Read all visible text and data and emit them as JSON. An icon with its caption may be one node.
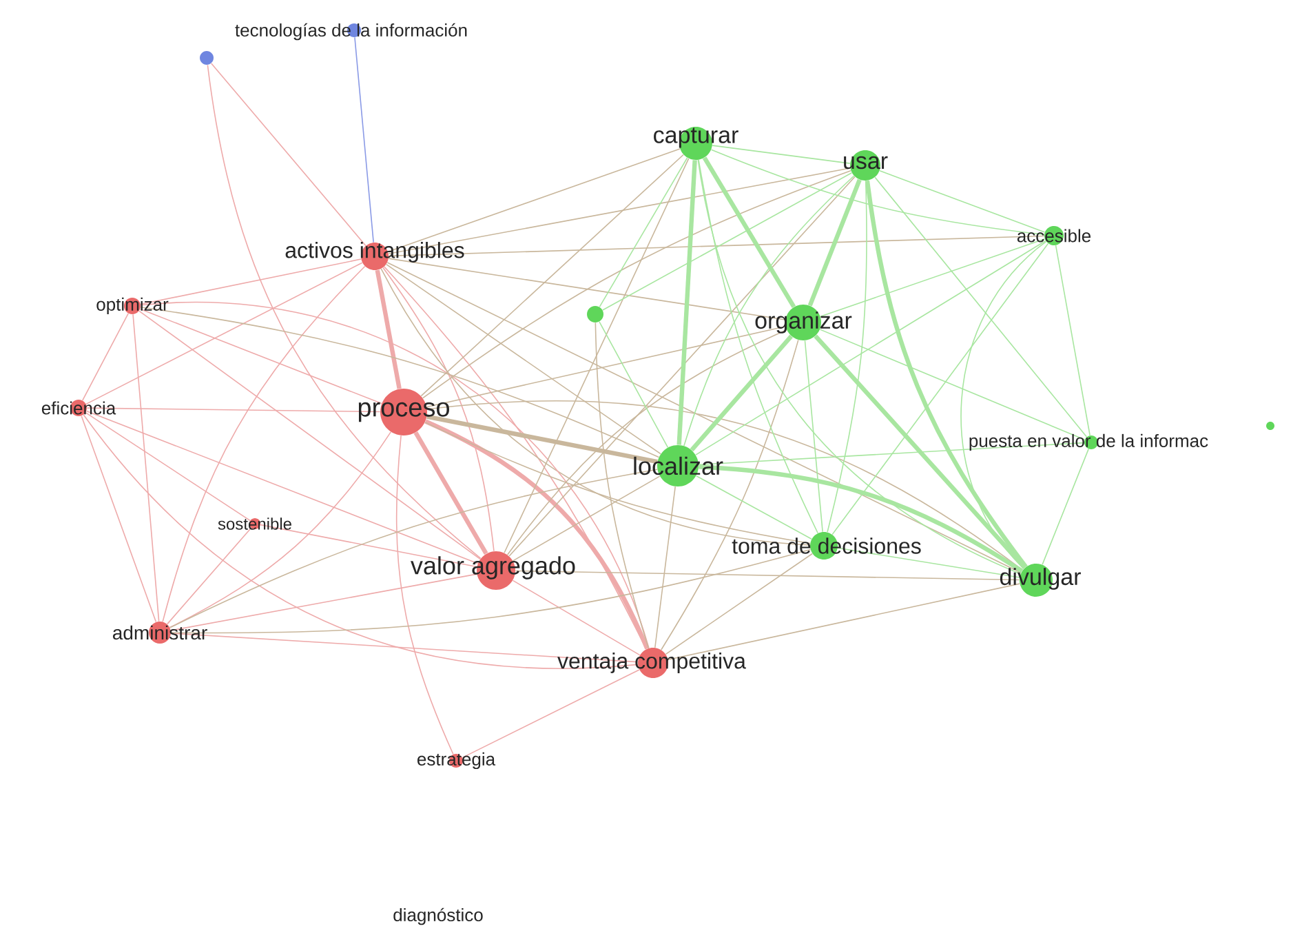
{
  "diagram": {
    "nodes": [
      {
        "text": [
          "tecnologías de la información"
        ]
      },
      {
        "text": [],
        "shape": "circle"
      },
      {
        "text": [
          "capturar"
        ]
      },
      {
        "text": [
          "usar"
        ]
      },
      {
        "text": [
          "activos intangibles"
        ]
      },
      {
        "text": [
          "accesible"
        ]
      },
      {
        "text": [
          "optimizar"
        ]
      },
      {
        "text": [],
        "shape": "circle"
      },
      {
        "text": [
          "organizar"
        ]
      },
      {
        "text": [
          "eficiencia"
        ]
      },
      {
        "text": [
          "proceso"
        ]
      },
      {
        "text": [
          "localizar"
        ]
      },
      {
        "text": [
          "puesta en valor de la informac"
        ]
      },
      {
        "text": [],
        "shape": "circle"
      },
      {
        "text": [
          "sostenible"
        ]
      },
      {
        "text": [
          "valor agregado"
        ]
      },
      {
        "text": [
          "toma de decisiones"
        ]
      },
      {
        "text": [
          "divulgar"
        ]
      },
      {
        "text": [
          "administrar"
        ]
      },
      {
        "text": [
          "ventaja competitiva"
        ]
      },
      {
        "text": [
          "estrategia"
        ]
      }
    ],
    "edges": [
      {
        "from": 0,
        "to": 4,
        "arrow": "none",
        "color": "#8a9ae6"
      },
      {
        "from": 1,
        "to": 4,
        "arrow": "none"
      },
      {
        "from": 1,
        "to": 15,
        "arrow": "none"
      },
      {
        "from": 4,
        "to": 10,
        "arrow": "none",
        "style": "thick"
      },
      {
        "from": 4,
        "to": 6,
        "arrow": "none"
      },
      {
        "from": 4,
        "to": 9,
        "arrow": "none"
      },
      {
        "from": 4,
        "to": 15,
        "arrow": "none"
      },
      {
        "from": 4,
        "to": 19,
        "arrow": "none"
      },
      {
        "from": 4,
        "to": 18,
        "arrow": "none"
      },
      {
        "from": 4,
        "to": 2,
        "arrow": "none",
        "color": "#c9b79c"
      },
      {
        "from": 4,
        "to": 3,
        "arrow": "none",
        "color": "#c9b79c"
      },
      {
        "from": 4,
        "to": 5,
        "arrow": "none",
        "color": "#c9b79c"
      },
      {
        "from": 4,
        "to": 8,
        "arrow": "none",
        "color": "#c9b79c"
      },
      {
        "from": 4,
        "to": 11,
        "arrow": "none",
        "color": "#c9b79c"
      },
      {
        "from": 4,
        "to": 16,
        "arrow": "none",
        "color": "#c9b79c"
      },
      {
        "from": 4,
        "to": 17,
        "arrow": "none",
        "color": "#c9b79c"
      },
      {
        "from": 6,
        "to": 9,
        "arrow": "none"
      },
      {
        "from": 6,
        "to": 18,
        "arrow": "none"
      },
      {
        "from": 6,
        "to": 10,
        "arrow": "none"
      },
      {
        "from": 6,
        "to": 15,
        "arrow": "none"
      },
      {
        "from": 6,
        "to": 19,
        "arrow": "none"
      },
      {
        "from": 6,
        "to": 11,
        "arrow": "none",
        "color": "#c9b79c"
      },
      {
        "from": 9,
        "to": 18,
        "arrow": "none"
      },
      {
        "from": 9,
        "to": 10,
        "arrow": "none"
      },
      {
        "from": 9,
        "to": 15,
        "arrow": "none"
      },
      {
        "from": 9,
        "to": 19,
        "arrow": "none"
      },
      {
        "from": 9,
        "to": 14,
        "arrow": "none"
      },
      {
        "from": 10,
        "to": 15,
        "arrow": "none",
        "style": "thick"
      },
      {
        "from": 10,
        "to": 19,
        "arrow": "none",
        "style": "thick"
      },
      {
        "from": 10,
        "to": 18,
        "arrow": "none"
      },
      {
        "from": 10,
        "to": 20,
        "arrow": "none"
      },
      {
        "from": 10,
        "to": 11,
        "arrow": "none",
        "color": "#c9b79c",
        "style": "thick"
      },
      {
        "from": 10,
        "to": 8,
        "arrow": "none",
        "color": "#c9b79c"
      },
      {
        "from": 10,
        "to": 2,
        "arrow": "none",
        "color": "#c9b79c"
      },
      {
        "from": 10,
        "to": 16,
        "arrow": "none",
        "color": "#c9b79c"
      },
      {
        "from": 10,
        "to": 17,
        "arrow": "none",
        "color": "#c9b79c"
      },
      {
        "from": 10,
        "to": 3,
        "arrow": "none",
        "color": "#c9b79c"
      },
      {
        "from": 15,
        "to": 19,
        "arrow": "none"
      },
      {
        "from": 15,
        "to": 18,
        "arrow": "none"
      },
      {
        "from": 15,
        "to": 14,
        "arrow": "none"
      },
      {
        "from": 15,
        "to": 11,
        "arrow": "none",
        "color": "#c9b79c"
      },
      {
        "from": 15,
        "to": 2,
        "arrow": "none",
        "color": "#c9b79c"
      },
      {
        "from": 15,
        "to": 8,
        "arrow": "none",
        "color": "#c9b79c"
      },
      {
        "from": 15,
        "to": 3,
        "arrow": "none",
        "color": "#c9b79c"
      },
      {
        "from": 15,
        "to": 17,
        "arrow": "none",
        "color": "#c9b79c"
      },
      {
        "from": 18,
        "to": 19,
        "arrow": "none"
      },
      {
        "from": 18,
        "to": 14,
        "arrow": "none"
      },
      {
        "from": 18,
        "to": 11,
        "arrow": "none",
        "color": "#c9b79c"
      },
      {
        "from": 18,
        "to": 16,
        "arrow": "none",
        "color": "#c9b79c"
      },
      {
        "from": 19,
        "to": 20,
        "arrow": "none"
      },
      {
        "from": 19,
        "to": 11,
        "arrow": "none",
        "color": "#c9b79c"
      },
      {
        "from": 19,
        "to": 16,
        "arrow": "none",
        "color": "#c9b79c"
      },
      {
        "from": 19,
        "to": 17,
        "arrow": "none",
        "color": "#c9b79c"
      },
      {
        "from": 19,
        "to": 8,
        "arrow": "none",
        "color": "#c9b79c"
      },
      {
        "from": 19,
        "to": 7,
        "arrow": "none",
        "color": "#c9b79c"
      },
      {
        "from": 2,
        "to": 3,
        "arrow": "none",
        "color": "#a8e6a0"
      },
      {
        "from": 2,
        "to": 8,
        "arrow": "none",
        "color": "#a8e6a0",
        "style": "thick"
      },
      {
        "from": 2,
        "to": 11,
        "arrow": "none",
        "color": "#a8e6a0",
        "style": "thick"
      },
      {
        "from": 2,
        "to": 16,
        "arrow": "none",
        "color": "#a8e6a0"
      },
      {
        "from": 2,
        "to": 17,
        "arrow": "none",
        "color": "#a8e6a0"
      },
      {
        "from": 2,
        "to": 5,
        "arrow": "none",
        "color": "#a8e6a0"
      },
      {
        "from": 2,
        "to": 7,
        "arrow": "none",
        "color": "#a8e6a0"
      },
      {
        "from": 3,
        "to": 8,
        "arrow": "none",
        "color": "#a8e6a0",
        "style": "thick"
      },
      {
        "from": 3,
        "to": 11,
        "arrow": "none",
        "color": "#a8e6a0"
      },
      {
        "from": 3,
        "to": 5,
        "arrow": "none",
        "color": "#a8e6a0"
      },
      {
        "from": 3,
        "to": 16,
        "arrow": "none",
        "color": "#a8e6a0"
      },
      {
        "from": 3,
        "to": 17,
        "arrow": "none",
        "color": "#a8e6a0",
        "style": "thick"
      },
      {
        "from": 3,
        "to": 7,
        "arrow": "none",
        "color": "#a8e6a0"
      },
      {
        "from": 3,
        "to": 12,
        "arrow": "none",
        "color": "#a8e6a0"
      },
      {
        "from": 8,
        "to": 11,
        "arrow": "none",
        "color": "#a8e6a0",
        "style": "thick"
      },
      {
        "from": 8,
        "to": 16,
        "arrow": "none",
        "color": "#a8e6a0"
      },
      {
        "from": 8,
        "to": 17,
        "arrow": "none",
        "color": "#a8e6a0",
        "style": "thick"
      },
      {
        "from": 8,
        "to": 5,
        "arrow": "none",
        "color": "#a8e6a0"
      },
      {
        "from": 8,
        "to": 12,
        "arrow": "none",
        "color": "#a8e6a0"
      },
      {
        "from": 5,
        "to": 17,
        "arrow": "none",
        "color": "#a8e6a0"
      },
      {
        "from": 5,
        "to": 12,
        "arrow": "none",
        "color": "#a8e6a0"
      },
      {
        "from": 5,
        "to": 11,
        "arrow": "none",
        "color": "#a8e6a0"
      },
      {
        "from": 5,
        "to": 16,
        "arrow": "none",
        "color": "#a8e6a0"
      },
      {
        "from": 11,
        "to": 16,
        "arrow": "none",
        "color": "#a8e6a0"
      },
      {
        "from": 11,
        "to": 17,
        "arrow": "none",
        "color": "#a8e6a0",
        "style": "thick"
      },
      {
        "from": 11,
        "to": 12,
        "arrow": "none",
        "color": "#a8e6a0"
      },
      {
        "from": 7,
        "to": 11,
        "arrow": "none",
        "color": "#a8e6a0"
      },
      {
        "from": 16,
        "to": 17,
        "arrow": "none",
        "color": "#a8e6a0"
      },
      {
        "from": 12,
        "to": 17,
        "arrow": "none",
        "color": "#a8e6a0"
      }
    ],
    "labels": [
      "diagnóstico"
    ]
  }
}
